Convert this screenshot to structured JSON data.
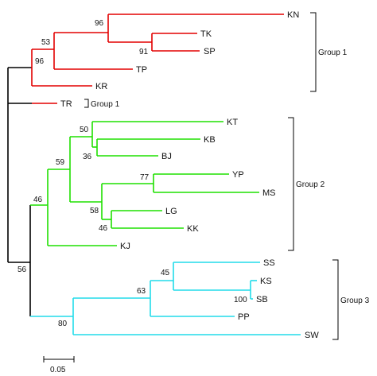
{
  "colors": {
    "group1_branches": "#e30000",
    "group2_branches": "#1fe000",
    "group3_branches": "#22dcea",
    "root_branches": "#000000"
  },
  "leaves": {
    "KN": "KN",
    "TK": "TK",
    "SP": "SP",
    "TP": "TP",
    "KR": "KR",
    "TR": "TR",
    "KT": "KT",
    "KB": "KB",
    "BJ": "BJ",
    "YP": "YP",
    "MS": "MS",
    "LG": "LG",
    "KK": "KK",
    "KJ": "KJ",
    "SS": "SS",
    "KS": "KS",
    "SB": "SB",
    "PP": "PP",
    "SW": "SW"
  },
  "bootstrap": {
    "n96a": "96",
    "n91": "91",
    "n53": "53",
    "n96b": "96",
    "n50": "50",
    "n36": "36",
    "n59": "59",
    "n77": "77",
    "n58": "58",
    "n46a": "46",
    "n46b": "46",
    "n56": "56",
    "n45": "45",
    "n63": "63",
    "n100": "100",
    "n80": "80"
  },
  "groups": {
    "g1_main": "Group 1",
    "g1_tr": "Group 1",
    "g2": "Group 2",
    "g3": "Group 3"
  },
  "scale": {
    "label": "0.05"
  }
}
